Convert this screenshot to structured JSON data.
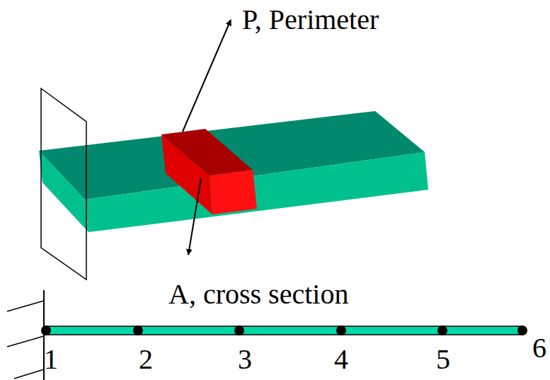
{
  "diagram": {
    "labels": [
      "P, Perimeter",
      "A, cross section",
      "1",
      "2",
      "3",
      "4",
      "5",
      "6"
    ]
  }
}
